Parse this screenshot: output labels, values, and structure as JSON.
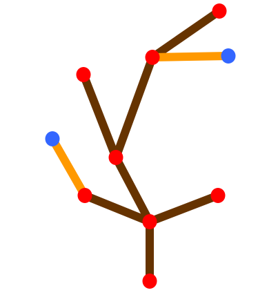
{
  "diagram": {
    "type": "node-link tree",
    "background": "#ffffff",
    "colors": {
      "branch_edge": "#663300",
      "leaf_edge": "#FF9900",
      "branch_node": "#FF0000",
      "leaf_node": "#3366FF"
    },
    "nodes": [
      {
        "id": "root",
        "kind": "branch"
      },
      {
        "id": "hub",
        "kind": "branch"
      },
      {
        "id": "right-tip",
        "kind": "branch"
      },
      {
        "id": "left-joint",
        "kind": "branch"
      },
      {
        "id": "mid-joint",
        "kind": "branch"
      },
      {
        "id": "upper-left-tip",
        "kind": "branch"
      },
      {
        "id": "upper-joint",
        "kind": "branch"
      },
      {
        "id": "top-tip",
        "kind": "branch"
      },
      {
        "id": "blue-left",
        "kind": "leaf"
      },
      {
        "id": "blue-right",
        "kind": "leaf"
      }
    ],
    "edges": [
      {
        "from": "root",
        "to": "hub",
        "kind": "branch"
      },
      {
        "from": "hub",
        "to": "right-tip",
        "kind": "branch"
      },
      {
        "from": "hub",
        "to": "left-joint",
        "kind": "branch"
      },
      {
        "from": "hub",
        "to": "mid-joint",
        "kind": "branch"
      },
      {
        "from": "mid-joint",
        "to": "upper-left-tip",
        "kind": "branch"
      },
      {
        "from": "mid-joint",
        "to": "upper-joint",
        "kind": "branch"
      },
      {
        "from": "upper-joint",
        "to": "top-tip",
        "kind": "branch"
      },
      {
        "from": "left-joint",
        "to": "blue-left",
        "kind": "leaf"
      },
      {
        "from": "upper-joint",
        "to": "blue-right",
        "kind": "leaf"
      }
    ]
  }
}
